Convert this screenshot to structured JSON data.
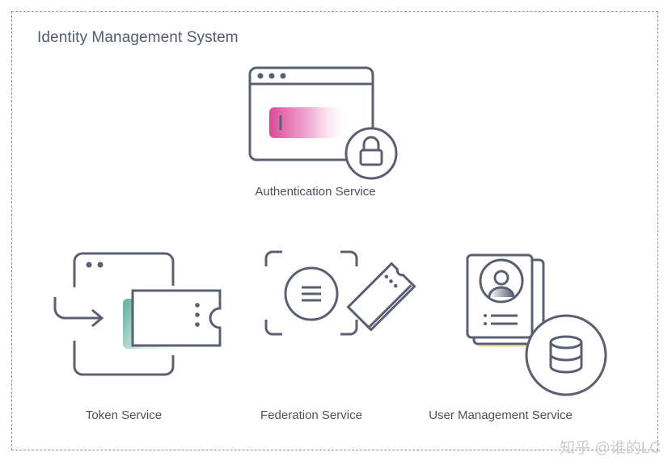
{
  "diagram": {
    "title": "Identity Management System",
    "services": [
      {
        "label": "Authentication Service",
        "icon": "browser-lock-icon"
      },
      {
        "label": "Token Service",
        "icon": "token-ticket-icon"
      },
      {
        "label": "Federation Service",
        "icon": "federation-ticket-icon"
      },
      {
        "label": "User Management Service",
        "icon": "user-card-database-icon"
      }
    ]
  },
  "watermark": "知乎 @谁的LC",
  "colors": {
    "stroke": "#5a6072",
    "auth_field_gradient": [
      "#d94a9a",
      "#ffffff"
    ],
    "token_gradient": [
      "#5fae9f",
      "#ffffff"
    ],
    "user_card_accent": "#f4ecb0"
  }
}
